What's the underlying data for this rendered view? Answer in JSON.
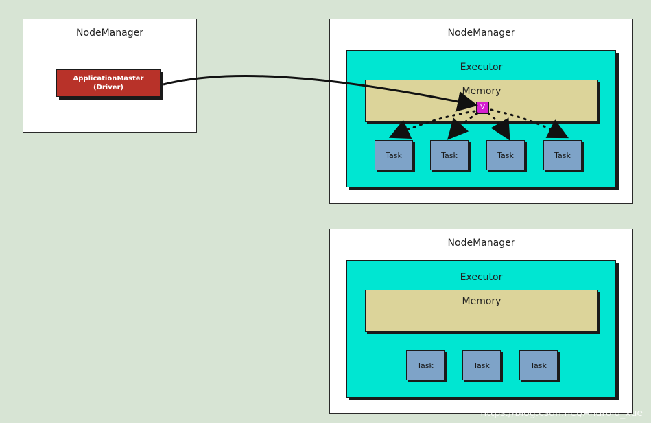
{
  "node_manager_left": {
    "title": "NodeManager"
  },
  "application_master": {
    "line1": "ApplicationMaster",
    "line2": "(Driver)"
  },
  "node_manager_top_right": {
    "title": "NodeManager",
    "executor": {
      "title": "Executor",
      "memory": {
        "title": "Memory",
        "variable": "V"
      },
      "tasks": [
        "Task",
        "Task",
        "Task",
        "Task"
      ]
    }
  },
  "node_manager_bottom_right": {
    "title": "NodeManager",
    "executor": {
      "title": "Executor",
      "memory": {
        "title": "Memory"
      },
      "tasks": [
        "Task",
        "Task",
        "Task"
      ]
    }
  },
  "watermark": "https://blog.csdn.net/Android_xue",
  "colors": {
    "background": "#d7e4d4",
    "executor": "#00e6d2",
    "memory": "#dcd49a",
    "task": "#7ea3c8",
    "application_master": "#b83229",
    "variable": "#d61fd0"
  }
}
